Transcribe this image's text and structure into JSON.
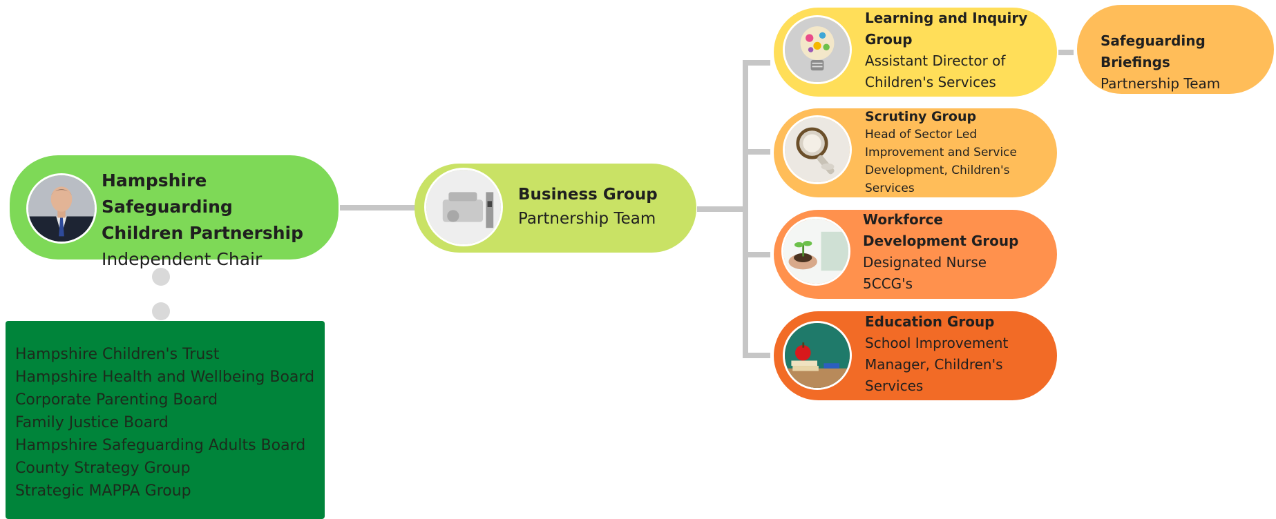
{
  "hscp": {
    "title_line1": "Hampshire Safeguarding",
    "title_line2": "Children Partnership",
    "role": "Independent Chair",
    "photo_icon": "person-portrait",
    "color": "#7ed957"
  },
  "business": {
    "title": "Business Group",
    "role": "Partnership Team",
    "photo_icon": "office-equipment",
    "color": "#c9e265"
  },
  "groups": [
    {
      "title_lines": [
        "Learning and Inquiry",
        "Group"
      ],
      "role_lines": [
        "Assistant Director of",
        "Children's Services"
      ],
      "photo_icon": "lightbulb",
      "color": "#ffde59"
    },
    {
      "title_lines": [
        "Scrutiny Group"
      ],
      "role_lines": [
        "Head of Sector Led",
        "Improvement and Service",
        "Development, Children's",
        "Services"
      ],
      "photo_icon": "magnifying-glass",
      "color": "#ffbd59"
    },
    {
      "title_lines": [
        "Workforce",
        "Development Group"
      ],
      "role_lines": [
        "Designated Nurse",
        "5CCG's"
      ],
      "photo_icon": "seedling-in-hand",
      "color": "#ff914d"
    },
    {
      "title_lines": [
        "Education Group"
      ],
      "role_lines": [
        "School Improvement",
        "Manager, Children's",
        "Services"
      ],
      "photo_icon": "apple-and-books",
      "color": "#f26b26"
    }
  ],
  "briefings": {
    "title": "Safeguarding Briefings",
    "role": "Partnership Team",
    "color": "#ffbd59"
  },
  "boards": {
    "color": "#00843a",
    "items": [
      "Hampshire Children's Trust",
      "Hampshire Health and Wellbeing Board",
      "Corporate Parenting Board",
      "Family Justice Board",
      "Hampshire Safeguarding Adults Board",
      "County Strategy Group",
      "Strategic MAPPA Group"
    ]
  }
}
